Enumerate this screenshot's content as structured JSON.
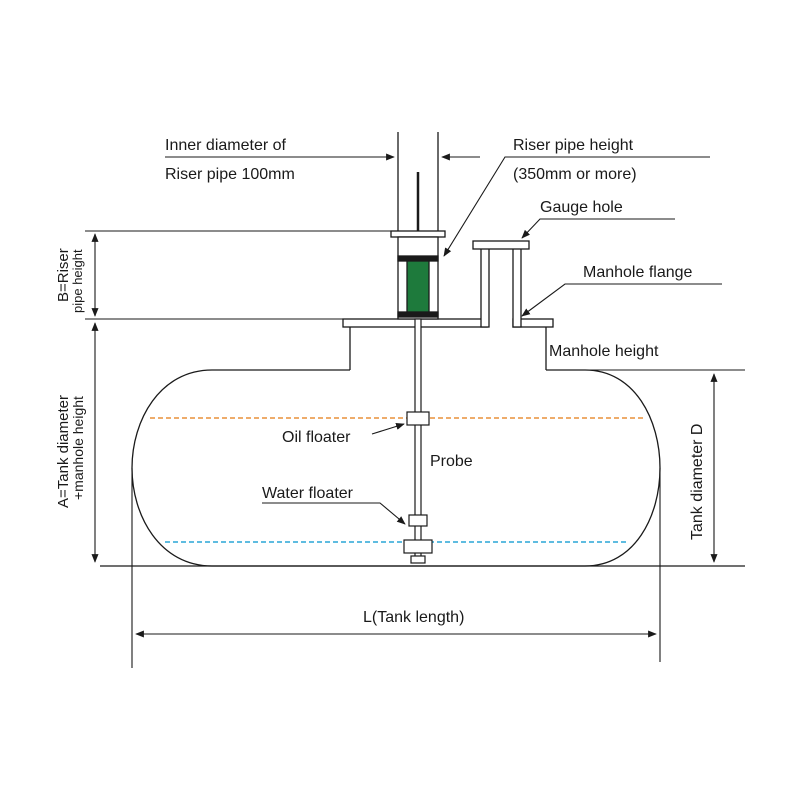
{
  "labels": {
    "inner_diameter_line1": "Inner diameter of",
    "inner_diameter_line2": "Riser pipe 100mm",
    "riser_height_line1": "Riser pipe height",
    "riser_height_line2": "(350mm or more)",
    "gauge_hole": "Gauge  hole",
    "manhole_flange": "Manhole  flange",
    "manhole_height": "Manhole height",
    "tank_diameter": "Tank diameter D",
    "oil_floater": "Oil floater",
    "probe": "Probe",
    "water_floater": "Water floater",
    "tank_length": "L(Tank length)",
    "b_line1": "B=Riser",
    "b_line2": "pipe height",
    "a_line1": "A=Tank diameter",
    "a_line2": "+manhole height"
  },
  "colors": {
    "line": "#1a1a1a",
    "oil_level": "#e8903a",
    "water_level": "#2aa6d6",
    "riser_green": "#1e7a3c"
  },
  "icons": {
    "arrow": "arrowhead"
  }
}
